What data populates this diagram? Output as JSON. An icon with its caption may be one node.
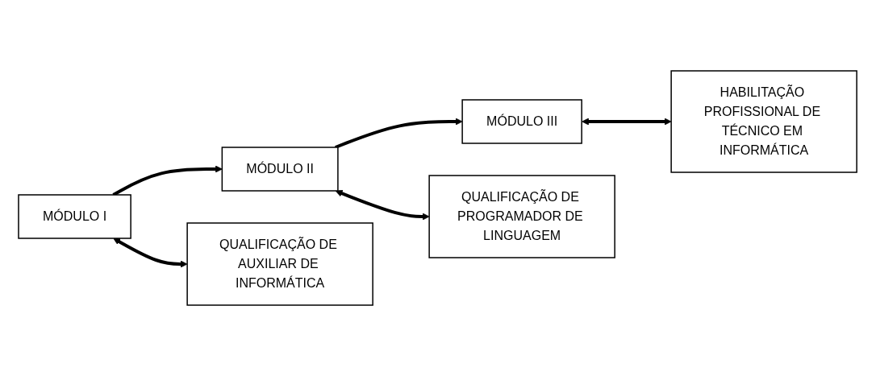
{
  "diagram": {
    "nodes": [
      {
        "text": [
          "MÓDULO I"
        ]
      },
      {
        "text": [
          "MÓDULO II"
        ]
      },
      {
        "text": [
          "MÓDULO III"
        ]
      },
      {
        "text": [
          "QUALIFICAÇÃO DE AUXILIAR DE INFORMÁTICA"
        ]
      },
      {
        "text": [
          "QUALIFICAÇÃO DE PROGRAMADOR DE LINGUAGEM"
        ]
      },
      {
        "text": [
          "HABILITAÇÃO PROFISSIONAL DE TÉCNICO EM INFORMÁTICA"
        ]
      }
    ],
    "edges": [
      {
        "from": 0,
        "to": 1,
        "arrow": "to"
      },
      {
        "from": 1,
        "to": 2,
        "arrow": "to"
      },
      {
        "from": 0,
        "to": 3,
        "arrow": "both"
      },
      {
        "from": 1,
        "to": 4,
        "arrow": "both"
      },
      {
        "from": 2,
        "to": 5,
        "arrow": "both"
      }
    ]
  }
}
